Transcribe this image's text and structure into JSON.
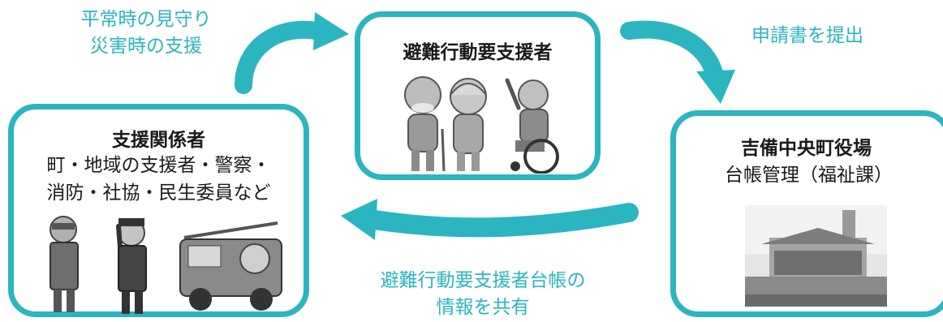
{
  "top_left_label": [
    "平常時の見守り",
    "災害時の支援"
  ],
  "top_right_label": "申請書を提出",
  "bottom_label": [
    "避難行動要支援者台帳の",
    "情報を共有"
  ],
  "center_box": {
    "title": "避難行動要支援者"
  },
  "left_box": {
    "title": "支援関係者",
    "lines": [
      "町・地域の支援者・警察・",
      "消防・社協・民生委員など"
    ]
  },
  "right_box": {
    "title": "吉備中央町役場",
    "subtitle": "台帳管理（福祉課）"
  },
  "colors": {
    "accent": "#2bb5c0",
    "text": "#1a1a1a"
  }
}
